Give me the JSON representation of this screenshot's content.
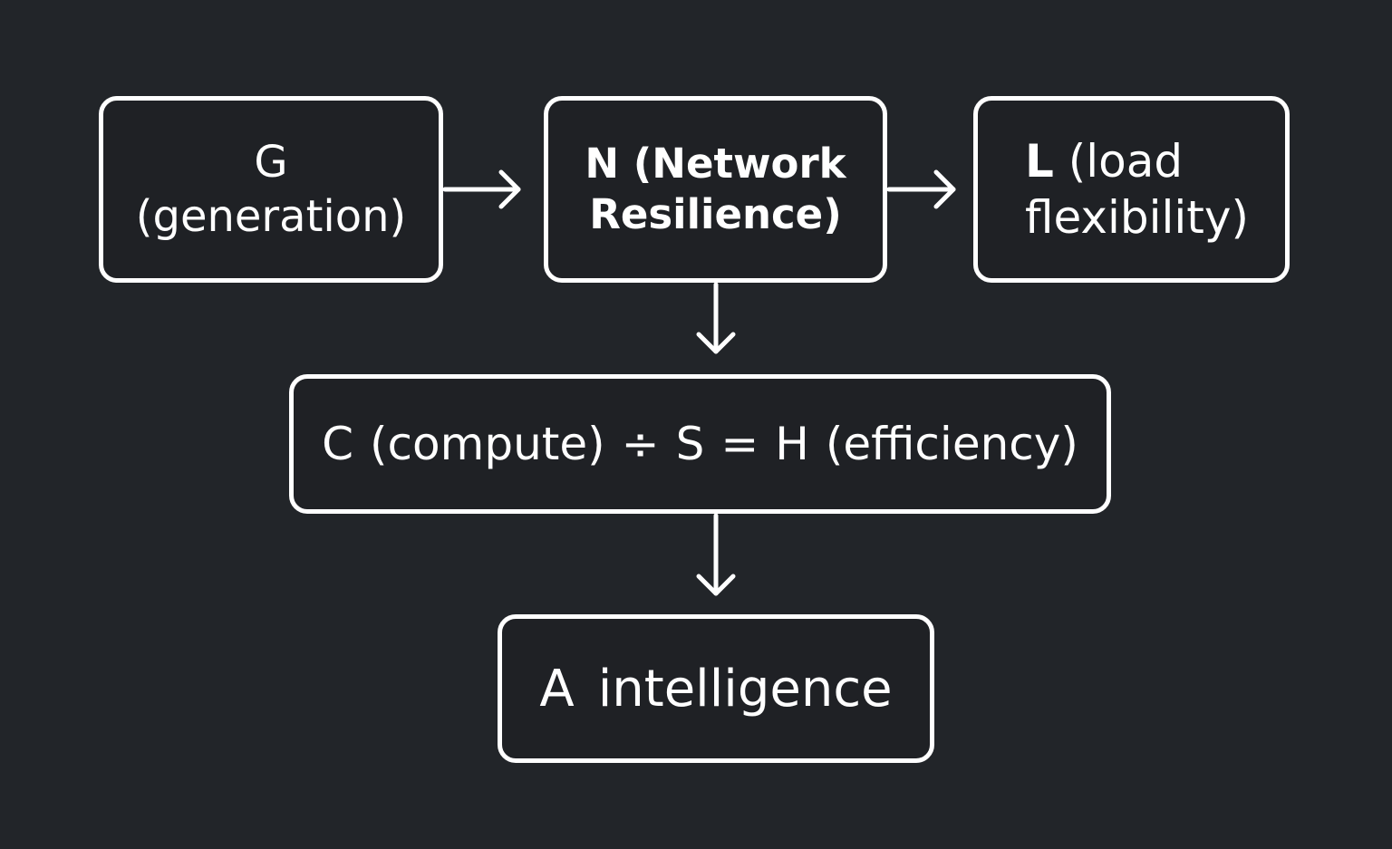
{
  "nodes": {
    "generation": {
      "line1": "G",
      "line2": "(generation)"
    },
    "network": {
      "line1": "N (Network",
      "line2": "Resilience)"
    },
    "load": {
      "letter": "L",
      "line1_rest": "(load",
      "line2": "flexibility)"
    },
    "equation": {
      "c": "C",
      "compute": "(compute)",
      "divide": "÷",
      "s": "S",
      "equals": "=",
      "h": "H",
      "efficiency": "(efficiency)"
    },
    "intelligence": {
      "a": "A",
      "label": "intelligence"
    }
  },
  "edges": [
    {
      "from": "generation",
      "to": "network"
    },
    {
      "from": "network",
      "to": "load"
    },
    {
      "from": "network",
      "to": "equation"
    },
    {
      "from": "equation",
      "to": "intelligence"
    }
  ],
  "colors": {
    "background": "#222529",
    "box_fill": "#1f2125",
    "stroke": "#ffffff",
    "text": "#ffffff"
  }
}
